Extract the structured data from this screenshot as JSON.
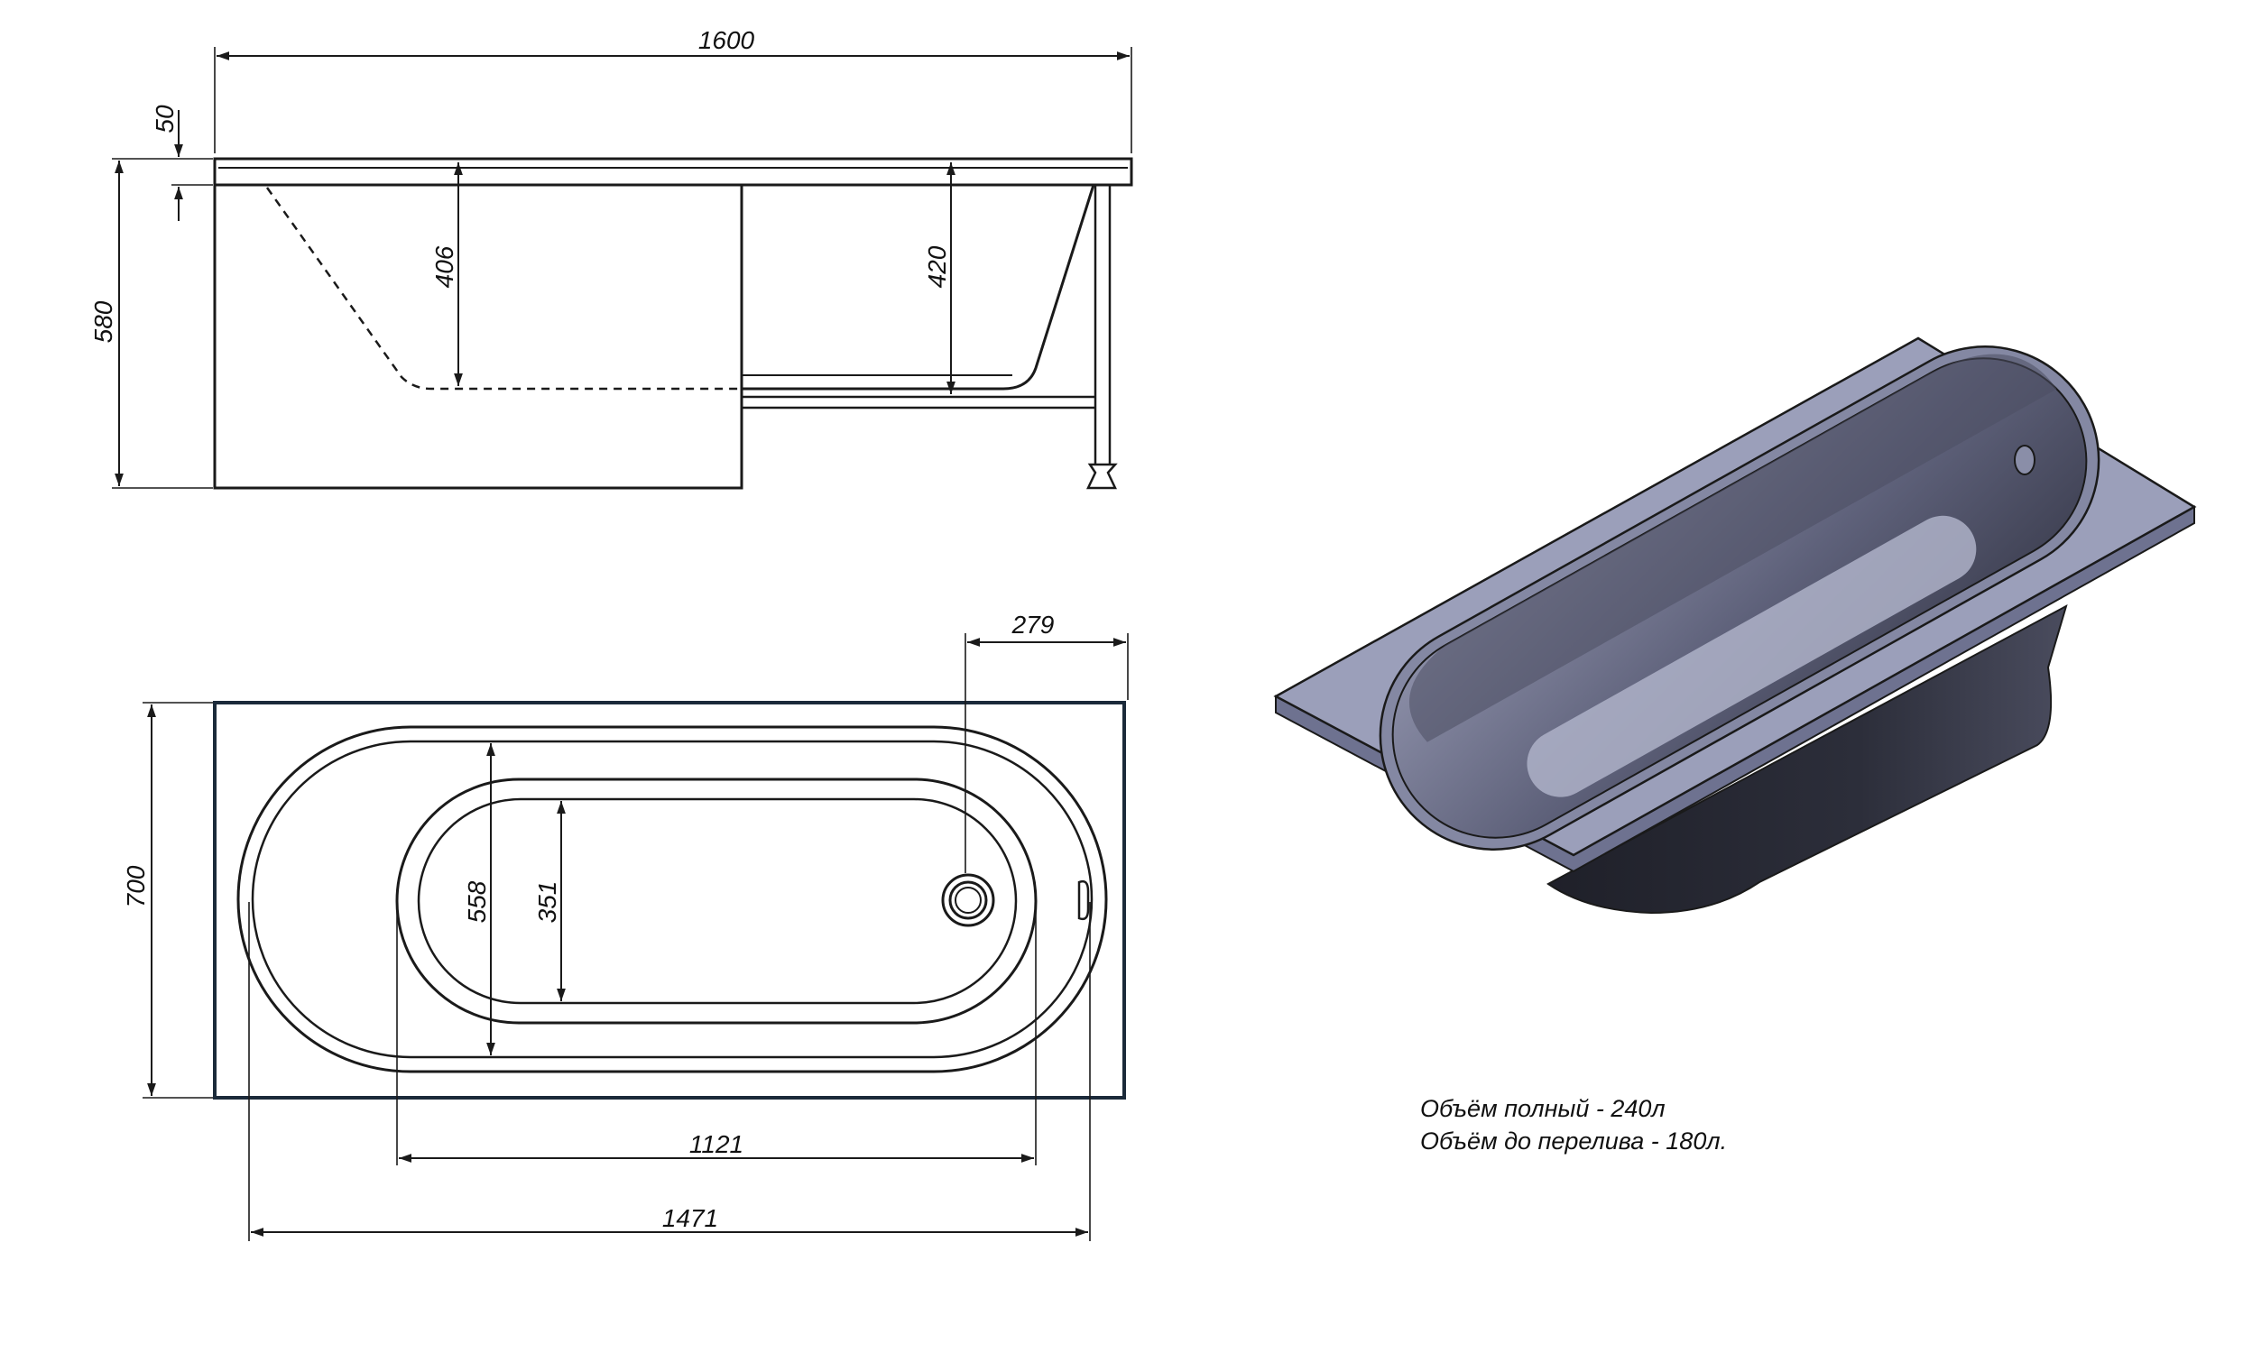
{
  "colors": {
    "line": "#1a1a1a",
    "tub_rim_top": "#9b9fba",
    "tub_rim_edge": "#6e7290",
    "tub_inner": "#70738d",
    "tub_basin": "#5d6079",
    "tub_shadow": "#24252f",
    "tub_floor": "#aeb1c8"
  },
  "dimensions": {
    "side_view": {
      "overall_length": "1600",
      "rim_thickness": "50",
      "height": "580",
      "depth_left": "406",
      "depth_right": "420"
    },
    "top_view": {
      "overflow_offset": "279",
      "width": "700",
      "inner_width": "558",
      "bottom_width": "351",
      "bottom_length": "1121",
      "inner_length": "1471"
    }
  },
  "notes": [
    "Объём полный - 240л",
    "Объём до перелива - 180л."
  ]
}
